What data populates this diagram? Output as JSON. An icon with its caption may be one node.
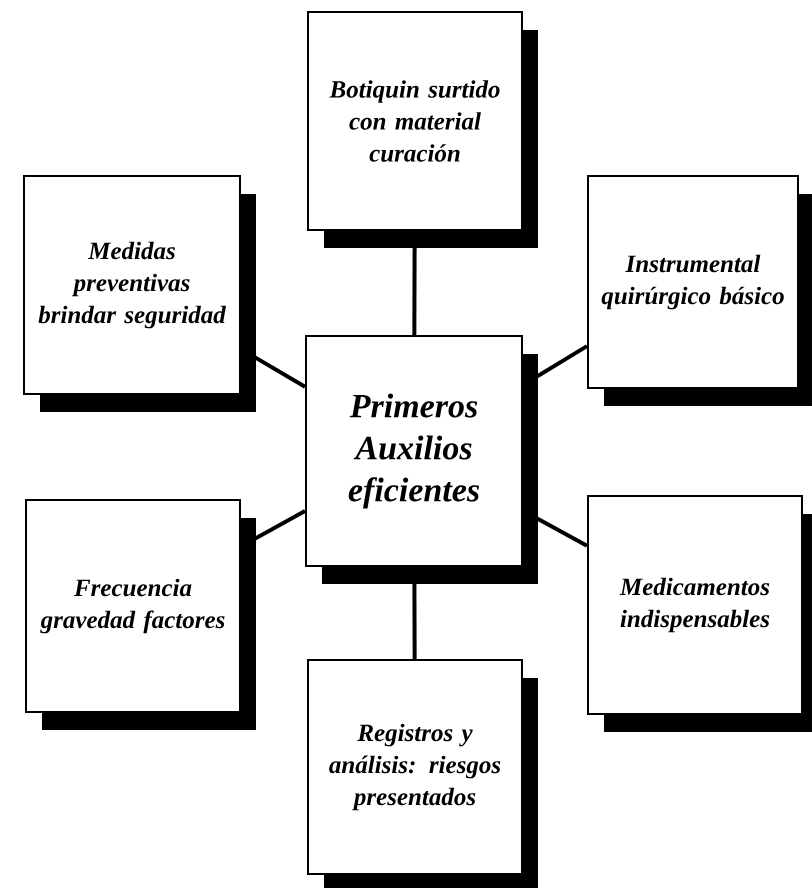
{
  "diagram": {
    "nodes": [
      {
        "text": [
          "Primeros Auxilios eficientes"
        ]
      },
      {
        "text": [
          "Botiquin surtido con material curación"
        ]
      },
      {
        "text": [
          "Medidas preventivas brindar seguridad"
        ]
      },
      {
        "text": [
          "Instrumental quirúrgico básico"
        ]
      },
      {
        "text": [
          "Frecuencia gravedad factores"
        ]
      },
      {
        "text": [
          "Medicamentos indispensables"
        ]
      },
      {
        "text": [
          "Registros y análisis: riesgos presentados"
        ]
      }
    ],
    "edges": [
      {
        "from": 0,
        "to": 1,
        "arrow": "none"
      },
      {
        "from": 0,
        "to": 2,
        "arrow": "none"
      },
      {
        "from": 0,
        "to": 3,
        "arrow": "none"
      },
      {
        "from": 0,
        "to": 4,
        "arrow": "none"
      },
      {
        "from": 0,
        "to": 5,
        "arrow": "none"
      },
      {
        "from": 0,
        "to": 6,
        "arrow": "none"
      }
    ]
  }
}
